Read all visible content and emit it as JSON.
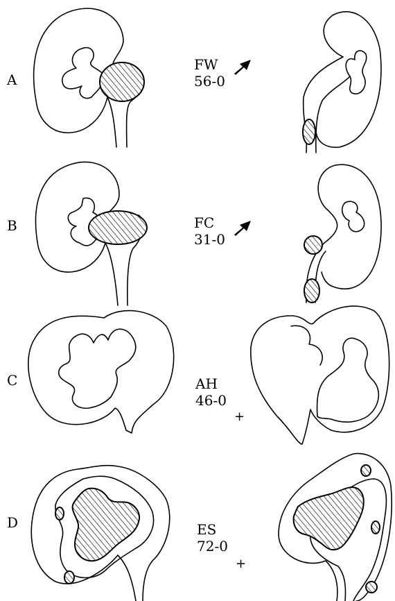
{
  "rows": [
    {
      "letter": "A",
      "code": "FW",
      "value": "56-0",
      "marker": "arrow"
    },
    {
      "letter": "B",
      "code": "FC",
      "value": "31-0",
      "marker": "arrow"
    },
    {
      "letter": "C",
      "code": "AH",
      "value": "46-0",
      "marker": "+"
    },
    {
      "letter": "D",
      "code": "ES",
      "value": "72-0",
      "marker": "+"
    }
  ]
}
